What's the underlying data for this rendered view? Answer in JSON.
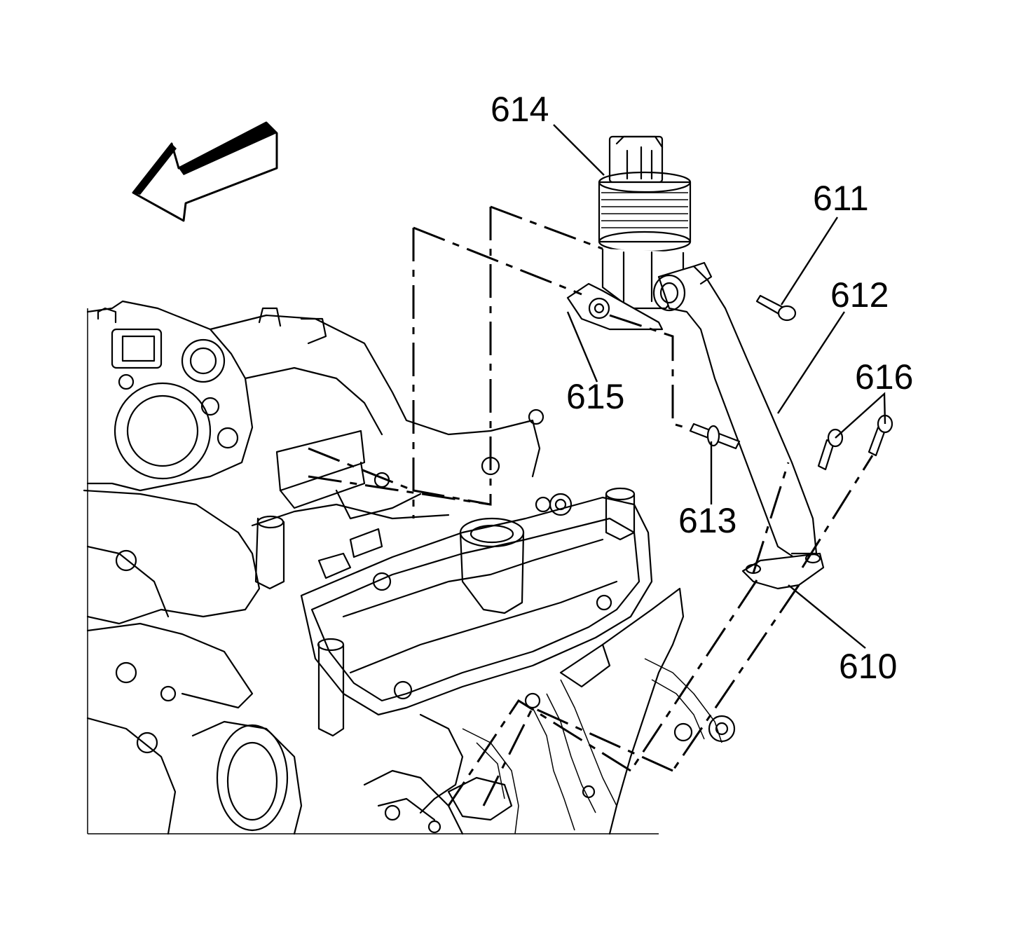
{
  "callouts": {
    "c614": "614",
    "c611": "611",
    "c612": "612",
    "c616": "616",
    "c615": "615",
    "c613": "613",
    "c610": "610"
  },
  "icons": {
    "direction_arrow": "arrow-left-icon"
  },
  "colors": {
    "line": "#000000",
    "background": "#ffffff"
  }
}
